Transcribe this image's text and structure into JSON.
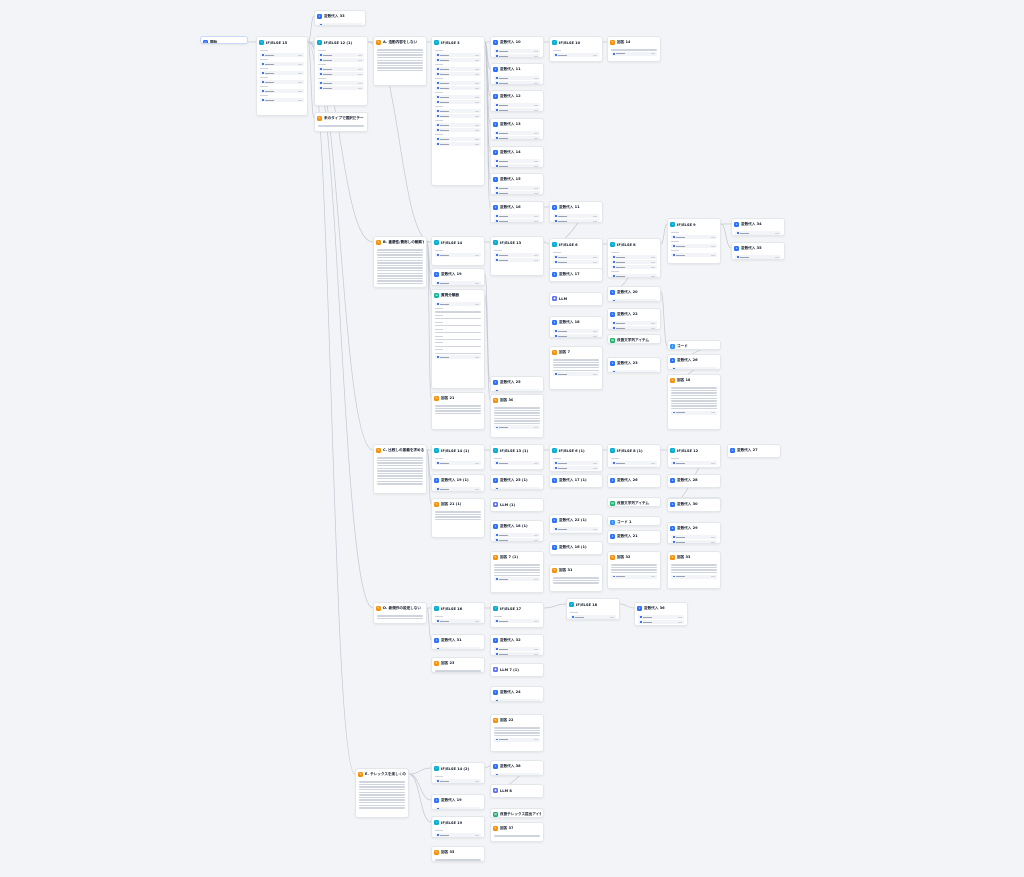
{
  "canvas": {
    "background": "#f2f4f7",
    "edge_color": "#c4c8d0"
  },
  "node_types": {
    "start": {
      "icon": "home-icon",
      "color": "#2d6df6"
    },
    "ifelse": {
      "icon": "branch-icon",
      "color": "#06aed4"
    },
    "assign": {
      "icon": "variable-icon",
      "color": "#2970ff"
    },
    "answer": {
      "icon": "answer-icon",
      "color": "#f79009"
    },
    "llm": {
      "icon": "llm-icon",
      "color": "#6172f3"
    },
    "code": {
      "icon": "code-icon",
      "color": "#2e90fa"
    },
    "dt": {
      "icon": "template-icon",
      "color": "#15b79e"
    },
    "qc": {
      "icon": "classifier-icon",
      "color": "#17b26a"
    }
  },
  "nodes": [
    {
      "id": "start",
      "type": "start",
      "title": "開始",
      "rows": []
    },
    {
      "id": "if15",
      "type": "ifelse",
      "title": "IF/ELSE 15",
      "rows": [
        "lbl",
        "v",
        "lbl",
        "v",
        "lbl",
        "v",
        "lbl",
        "v",
        "lbl",
        "v",
        "lbl",
        "v"
      ]
    },
    {
      "id": "a33",
      "type": "assign",
      "title": "変数代入 33",
      "rows": [
        "v"
      ]
    },
    {
      "id": "if1215",
      "type": "ifelse",
      "title": "IF/ELSE 12 (1)",
      "rows": [
        "lbl",
        "v",
        "v",
        "lbl",
        "v",
        "v",
        "lbl",
        "v",
        "v"
      ]
    },
    {
      "id": "ans_notype",
      "type": "answer",
      "title": "未のタイプで選択だテー",
      "rows": [
        "t"
      ]
    },
    {
      "id": "ans_a",
      "type": "answer",
      "title": "A. 活動内容をしない",
      "rows": [
        "t",
        "t",
        "t",
        "t",
        "t",
        "t",
        "t",
        "t",
        "t"
      ]
    },
    {
      "id": "if3",
      "type": "ifelse",
      "title": "IF/ELSE 3",
      "rows": [
        "lbl",
        "v",
        "v",
        "lbl",
        "v",
        "v",
        "lbl",
        "v",
        "v",
        "lbl",
        "v",
        "v",
        "lbl",
        "v",
        "v",
        "lbl",
        "v",
        "v",
        "lbl",
        "v",
        "v"
      ]
    },
    {
      "id": "a10",
      "type": "assign",
      "title": "変数代入 10",
      "rows": [
        "v",
        "v"
      ]
    },
    {
      "id": "a11",
      "type": "assign",
      "title": "変数代入 11",
      "rows": [
        "v",
        "v"
      ]
    },
    {
      "id": "a12",
      "type": "assign",
      "title": "変数代入 12",
      "rows": [
        "v",
        "v"
      ]
    },
    {
      "id": "a13",
      "type": "assign",
      "title": "変数代入 13",
      "rows": [
        "v",
        "v"
      ]
    },
    {
      "id": "a14",
      "type": "assign",
      "title": "変数代入 14",
      "rows": [
        "v",
        "v"
      ]
    },
    {
      "id": "a15",
      "type": "assign",
      "title": "変数代入 15",
      "rows": [
        "v",
        "v"
      ]
    },
    {
      "id": "a16",
      "type": "assign",
      "title": "変数代入 16",
      "rows": [
        "v",
        "v"
      ]
    },
    {
      "id": "if10",
      "type": "ifelse",
      "title": "IF/ELSE 10",
      "rows": [
        "lbl",
        "v"
      ]
    },
    {
      "id": "ans14",
      "type": "answer",
      "title": "回答 14",
      "rows": [
        "t",
        "v"
      ]
    },
    {
      "id": "a11b",
      "type": "assign",
      "title": "変数代入 11",
      "rows": [
        "v",
        "v"
      ]
    },
    {
      "id": "ans_b",
      "type": "answer",
      "title": "B. 重要性/費用しの観察する",
      "rows": [
        "t",
        "t",
        "t",
        "t",
        "t",
        "t",
        "t",
        "t",
        "t",
        "t",
        "t",
        "t",
        "t",
        "t"
      ]
    },
    {
      "id": "if14",
      "type": "ifelse",
      "title": "IF/ELSE 14",
      "rows": [
        "lbl",
        "v"
      ]
    },
    {
      "id": "a19",
      "type": "assign",
      "title": "変数代入 19",
      "rows": [
        "v"
      ]
    },
    {
      "id": "dt_cat",
      "type": "dt",
      "title": "質問分類器",
      "rows": [
        "v",
        "lbl",
        "t",
        "lbl",
        "t",
        "lbl",
        "t",
        "lbl",
        "t",
        "lbl",
        "t",
        "lbl",
        "t",
        "lbl",
        "t",
        "v"
      ]
    },
    {
      "id": "ans21",
      "type": "answer",
      "title": "回答 21",
      "rows": [
        "t",
        "t",
        "t",
        "t"
      ]
    },
    {
      "id": "if13",
      "type": "ifelse",
      "title": "IF/ELSE 13",
      "rows": [
        "lbl",
        "v",
        "v"
      ]
    },
    {
      "id": "a25",
      "type": "assign",
      "title": "変数代入 25",
      "rows": [
        "v"
      ]
    },
    {
      "id": "ans30",
      "type": "answer",
      "title": "回答 30",
      "rows": [
        "t",
        "t",
        "t",
        "t",
        "t",
        "t",
        "t",
        "v"
      ]
    },
    {
      "id": "if6",
      "type": "ifelse",
      "title": "IF/ELSE 6",
      "rows": [
        "lbl",
        "v",
        "v"
      ]
    },
    {
      "id": "a17",
      "type": "assign",
      "title": "変数代入 17",
      "rows": [
        "v"
      ]
    },
    {
      "id": "llm",
      "type": "llm",
      "title": "LLM",
      "rows": [
        "v"
      ]
    },
    {
      "id": "a18",
      "type": "assign",
      "title": "変数代入 18",
      "rows": [
        "v",
        "v"
      ]
    },
    {
      "id": "ans7",
      "type": "answer",
      "title": "回答 7",
      "rows": [
        "t",
        "t",
        "t",
        "t",
        "t",
        "v"
      ]
    },
    {
      "id": "if8",
      "type": "ifelse",
      "title": "IF/ELSE 8",
      "rows": [
        "lbl",
        "v",
        "v",
        "v",
        "lbl",
        "v"
      ]
    },
    {
      "id": "a20",
      "type": "assign",
      "title": "変数代入 20",
      "rows": [
        "v"
      ]
    },
    {
      "id": "a22",
      "type": "assign",
      "title": "変数代入 22",
      "rows": [
        "v",
        "v"
      ]
    },
    {
      "id": "qc_extract",
      "type": "qc",
      "title": "改善文字列アイテム",
      "rows": []
    },
    {
      "id": "a23",
      "type": "assign",
      "title": "変数代入 23",
      "rows": [
        "v"
      ]
    },
    {
      "id": "if9",
      "type": "ifelse",
      "title": "IF/ELSE 9",
      "rows": [
        "lbl",
        "v",
        "lbl",
        "v",
        "lbl",
        "v"
      ]
    },
    {
      "id": "a34",
      "type": "assign",
      "title": "変数代入 34",
      "rows": [
        "v"
      ]
    },
    {
      "id": "a35",
      "type": "assign",
      "title": "変数代入 35",
      "rows": [
        "v"
      ]
    },
    {
      "id": "code",
      "type": "code",
      "title": "コード",
      "rows": []
    },
    {
      "id": "a26",
      "type": "assign",
      "title": "変数代入 26",
      "rows": [
        "v"
      ]
    },
    {
      "id": "ans18",
      "type": "answer",
      "title": "回答 18",
      "rows": [
        "t",
        "t",
        "t",
        "t",
        "t",
        "t",
        "t",
        "t",
        "t",
        "v"
      ]
    },
    {
      "id": "ans_c",
      "type": "answer",
      "title": "C. 比較しの意義を求める提案",
      "rows": [
        "t",
        "t",
        "t",
        "t",
        "t",
        "t",
        "t",
        "t",
        "t",
        "t",
        "t"
      ]
    },
    {
      "id": "if141",
      "type": "ifelse",
      "title": "IF/ELSE 14 (1)",
      "rows": [
        "lbl",
        "v"
      ]
    },
    {
      "id": "a191",
      "type": "assign",
      "title": "変数代入 19 (1)",
      "rows": [
        "v"
      ]
    },
    {
      "id": "ans211",
      "type": "answer",
      "title": "回答 21 (1)",
      "rows": [
        "t",
        "t",
        "t",
        "t"
      ]
    },
    {
      "id": "if131",
      "type": "ifelse",
      "title": "IF/ELSE 13 (1)",
      "rows": [
        "lbl",
        "v"
      ]
    },
    {
      "id": "a251",
      "type": "assign",
      "title": "変数代入 25 (1)",
      "rows": [
        "v"
      ]
    },
    {
      "id": "llm1",
      "type": "llm",
      "title": "LLM (1)",
      "rows": [
        "v"
      ]
    },
    {
      "id": "a181",
      "type": "assign",
      "title": "変数代入 18 (1)",
      "rows": [
        "v",
        "v"
      ]
    },
    {
      "id": "ans71",
      "type": "answer",
      "title": "回答 7 (1)",
      "rows": [
        "t",
        "t",
        "t",
        "t",
        "t",
        "v"
      ]
    },
    {
      "id": "if61",
      "type": "ifelse",
      "title": "IF/ELSE 6 (1)",
      "rows": [
        "lbl",
        "v",
        "v",
        "v"
      ]
    },
    {
      "id": "a171",
      "type": "assign",
      "title": "変数代入 17 (1)",
      "rows": [
        "v"
      ]
    },
    {
      "id": "a221",
      "type": "assign",
      "title": "変数代入 22 (1)",
      "rows": [
        "v",
        "v"
      ]
    },
    {
      "id": "a161",
      "type": "assign",
      "title": "変数代入 16 (1)",
      "rows": [
        "v"
      ]
    },
    {
      "id": "ans31",
      "type": "answer",
      "title": "回答 31",
      "rows": [
        "t",
        "t",
        "t"
      ]
    },
    {
      "id": "if81",
      "type": "ifelse",
      "title": "IF/ELSE 8 (1)",
      "rows": [
        "lbl",
        "v",
        "v"
      ]
    },
    {
      "id": "a261",
      "type": "assign",
      "title": "変数代入 26",
      "rows": [
        "v"
      ]
    },
    {
      "id": "qc2",
      "type": "qc",
      "title": "改善文字列アイテム",
      "rows": []
    },
    {
      "id": "code1",
      "type": "code",
      "title": "コード 1",
      "rows": []
    },
    {
      "id": "a211",
      "type": "assign",
      "title": "変数代入 21",
      "rows": [
        "v"
      ]
    },
    {
      "id": "ans32",
      "type": "answer",
      "title": "回答 32",
      "rows": [
        "t",
        "t",
        "t",
        "t",
        "v"
      ]
    },
    {
      "id": "if12",
      "type": "ifelse",
      "title": "IF/ELSE 12",
      "rows": [
        "lbl",
        "v"
      ]
    },
    {
      "id": "a27",
      "type": "assign",
      "title": "変数代入 27",
      "rows": [
        "v"
      ]
    },
    {
      "id": "llm6",
      "type": "llm",
      "title": "LLM 6",
      "rows": [
        "v"
      ]
    },
    {
      "id": "a28",
      "type": "assign",
      "title": "変数代入 28",
      "rows": [
        "v"
      ]
    },
    {
      "id": "a29",
      "type": "assign",
      "title": "変数代入 29",
      "rows": [
        "v",
        "v"
      ]
    },
    {
      "id": "ans33",
      "type": "answer",
      "title": "回答 33",
      "rows": [
        "t",
        "t",
        "t",
        "t",
        "v"
      ]
    },
    {
      "id": "a30",
      "type": "assign",
      "title": "変数代入 30",
      "rows": [
        "v"
      ]
    },
    {
      "id": "ans_d",
      "type": "answer",
      "title": "D. 新規作の設定しない",
      "rows": [
        "t",
        "t"
      ]
    },
    {
      "id": "if16",
      "type": "ifelse",
      "title": "IF/ELSE 16",
      "rows": [
        "lbl",
        "v"
      ]
    },
    {
      "id": "a31",
      "type": "assign",
      "title": "変数代入 31",
      "rows": [
        "v"
      ]
    },
    {
      "id": "ans23",
      "type": "answer",
      "title": "回答 23",
      "rows": [
        "t"
      ]
    },
    {
      "id": "if17",
      "type": "ifelse",
      "title": "IF/ELSE 17",
      "rows": [
        "lbl",
        "v"
      ]
    },
    {
      "id": "a32",
      "type": "assign",
      "title": "変数代入 32",
      "rows": [
        "v",
        "v"
      ]
    },
    {
      "id": "llm7",
      "type": "llm",
      "title": "LLM 7 (1)",
      "rows": [
        "v"
      ]
    },
    {
      "id": "a24",
      "type": "assign",
      "title": "変数代入 24",
      "rows": [
        "v"
      ]
    },
    {
      "id": "ans22",
      "type": "answer",
      "title": "回答 22",
      "rows": [
        "t",
        "t",
        "t",
        "t",
        "v"
      ]
    },
    {
      "id": "if18",
      "type": "ifelse",
      "title": "IF/ELSE 18",
      "rows": [
        "lbl",
        "v"
      ]
    },
    {
      "id": "a36",
      "type": "assign",
      "title": "変数代入 36",
      "rows": [
        "v",
        "v"
      ]
    },
    {
      "id": "ans_e",
      "type": "answer",
      "title": "E. テレックスを楽しくの提示提供",
      "rows": [
        "t",
        "t",
        "t",
        "t",
        "t",
        "t",
        "t",
        "t",
        "t",
        "t",
        "t"
      ]
    },
    {
      "id": "if142",
      "type": "ifelse",
      "title": "IF/ELSE 14 (2)",
      "rows": [
        "lbl",
        "v"
      ]
    },
    {
      "id": "a192",
      "type": "assign",
      "title": "変数代入 19",
      "rows": [
        "v"
      ]
    },
    {
      "id": "if19",
      "type": "ifelse",
      "title": "IF/ELSE 19",
      "rows": [
        "lbl",
        "v"
      ]
    },
    {
      "id": "ans35",
      "type": "answer",
      "title": "回答 35",
      "rows": [
        "t"
      ]
    },
    {
      "id": "a38",
      "type": "assign",
      "title": "変数代入 38",
      "rows": [
        "v"
      ]
    },
    {
      "id": "llm8",
      "type": "llm",
      "title": "LLM 8",
      "rows": [
        "v"
      ]
    },
    {
      "id": "qc3",
      "type": "qc",
      "title": "改善テレックス提出アイテム",
      "rows": []
    },
    {
      "id": "ans37",
      "type": "answer",
      "title": "回答 37",
      "rows": [
        "t"
      ]
    }
  ],
  "edges": [
    [
      "start",
      "if15"
    ],
    [
      "if15",
      "if1215"
    ],
    [
      "if15",
      "a33"
    ],
    [
      "if15",
      "ans_notype"
    ],
    [
      "if15",
      "ans_b"
    ],
    [
      "if15",
      "ans_c"
    ],
    [
      "if15",
      "ans_d"
    ],
    [
      "if15",
      "ans_e"
    ],
    [
      "if1215",
      "ans_a"
    ],
    [
      "if1215",
      "if3"
    ],
    [
      "if1215",
      "if14"
    ],
    [
      "if3",
      "a10"
    ],
    [
      "if3",
      "a11"
    ],
    [
      "if3",
      "a12"
    ],
    [
      "if3",
      "a13"
    ],
    [
      "if3",
      "a14"
    ],
    [
      "if3",
      "a15"
    ],
    [
      "if3",
      "a16"
    ],
    [
      "a10",
      "if10"
    ],
    [
      "if10",
      "ans14"
    ],
    [
      "a16",
      "a11b"
    ],
    [
      "a11b",
      "if6"
    ],
    [
      "ans_b",
      "if14"
    ],
    [
      "ans_b",
      "a19"
    ],
    [
      "ans_b",
      "dt_cat"
    ],
    [
      "ans_b",
      "ans21"
    ],
    [
      "if14",
      "if13"
    ],
    [
      "a19",
      "a25"
    ],
    [
      "dt_cat",
      "ans30"
    ],
    [
      "if13",
      "if6"
    ],
    [
      "if6",
      "if8"
    ],
    [
      "if8",
      "if9"
    ],
    [
      "if8",
      "a20"
    ],
    [
      "if9",
      "a34"
    ],
    [
      "if9",
      "a35"
    ],
    [
      "a20",
      "code"
    ],
    [
      "code",
      "a26"
    ],
    [
      "a26",
      "ans18"
    ],
    [
      "ans_c",
      "if141"
    ],
    [
      "ans_c",
      "a191"
    ],
    [
      "ans_c",
      "ans211"
    ],
    [
      "if141",
      "if131"
    ],
    [
      "if131",
      "if61"
    ],
    [
      "if61",
      "if81"
    ],
    [
      "if81",
      "if12"
    ],
    [
      "if12",
      "a30"
    ],
    [
      "ans_d",
      "if16"
    ],
    [
      "ans_d",
      "a31"
    ],
    [
      "if16",
      "if17"
    ],
    [
      "if17",
      "if18"
    ],
    [
      "if18",
      "a36"
    ],
    [
      "ans_e",
      "if142"
    ],
    [
      "ans_e",
      "a192"
    ],
    [
      "ans_e",
      "if19"
    ],
    [
      "if142",
      "a38"
    ],
    [
      "a38",
      "llm8"
    ]
  ]
}
